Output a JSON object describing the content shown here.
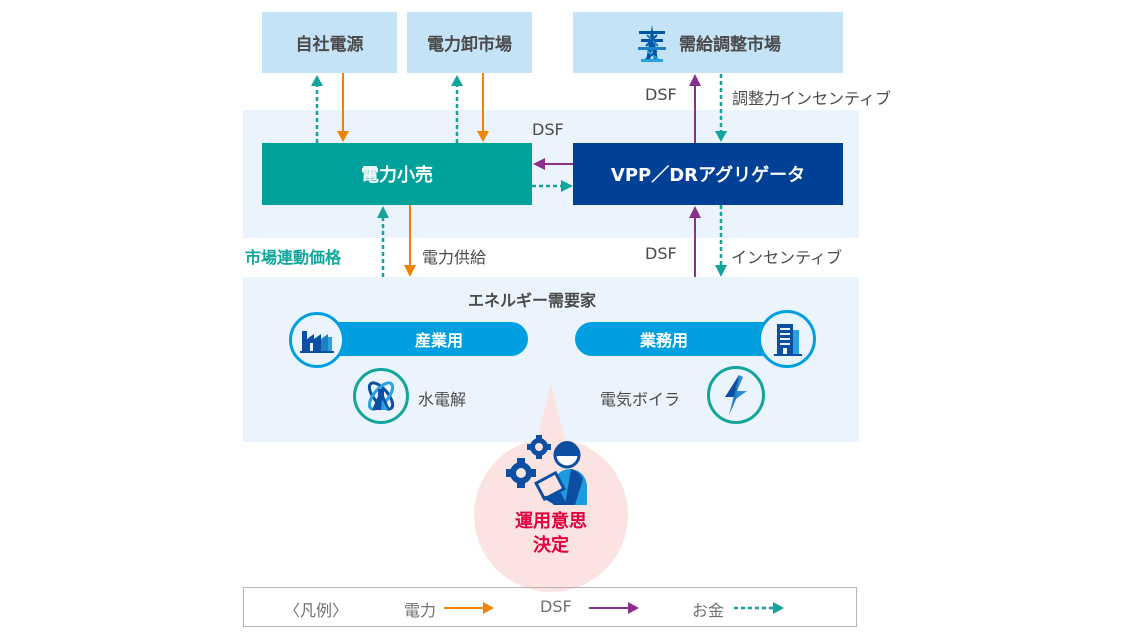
{
  "colors": {
    "power": "#f08300",
    "dsf": "#8b2e8c",
    "money": "#13a59c",
    "retail": "#00a19a",
    "aggregator": "#004097",
    "top_box": "#c5e3f6",
    "band": "#ebf4fc",
    "pill": "#00a0e0",
    "decision_text": "#e4003f",
    "bubble": "#fbe3e1"
  },
  "top_boxes": {
    "own_power": "自社電源",
    "wholesale_market": "電力卸市場",
    "balancing_market": "需給調整市場"
  },
  "main_boxes": {
    "retail": "電力小売",
    "aggregator": "VPP／DRアグリゲータ"
  },
  "flow_labels": {
    "dsf_top": "DSF",
    "adjustment_incentive": "調整力インセンティブ",
    "dsf_middle": "DSF",
    "market_linked_price": "市場連動価格",
    "power_supply": "電力供給",
    "dsf_bottom": "DSF",
    "incentive": "インセンティブ"
  },
  "consumers": {
    "title": "エネルギー需要家",
    "industrial": "産業用",
    "commercial": "業務用",
    "electrolysis": "水電解",
    "electric_boiler": "電気ボイラ"
  },
  "decision": {
    "line1": "運用意思",
    "line2": "決定"
  },
  "legend": {
    "title": "〈凡例〉",
    "items": [
      {
        "label": "電力",
        "type": "power"
      },
      {
        "label": "DSF",
        "type": "dsf"
      },
      {
        "label": "お金",
        "type": "money"
      }
    ]
  }
}
